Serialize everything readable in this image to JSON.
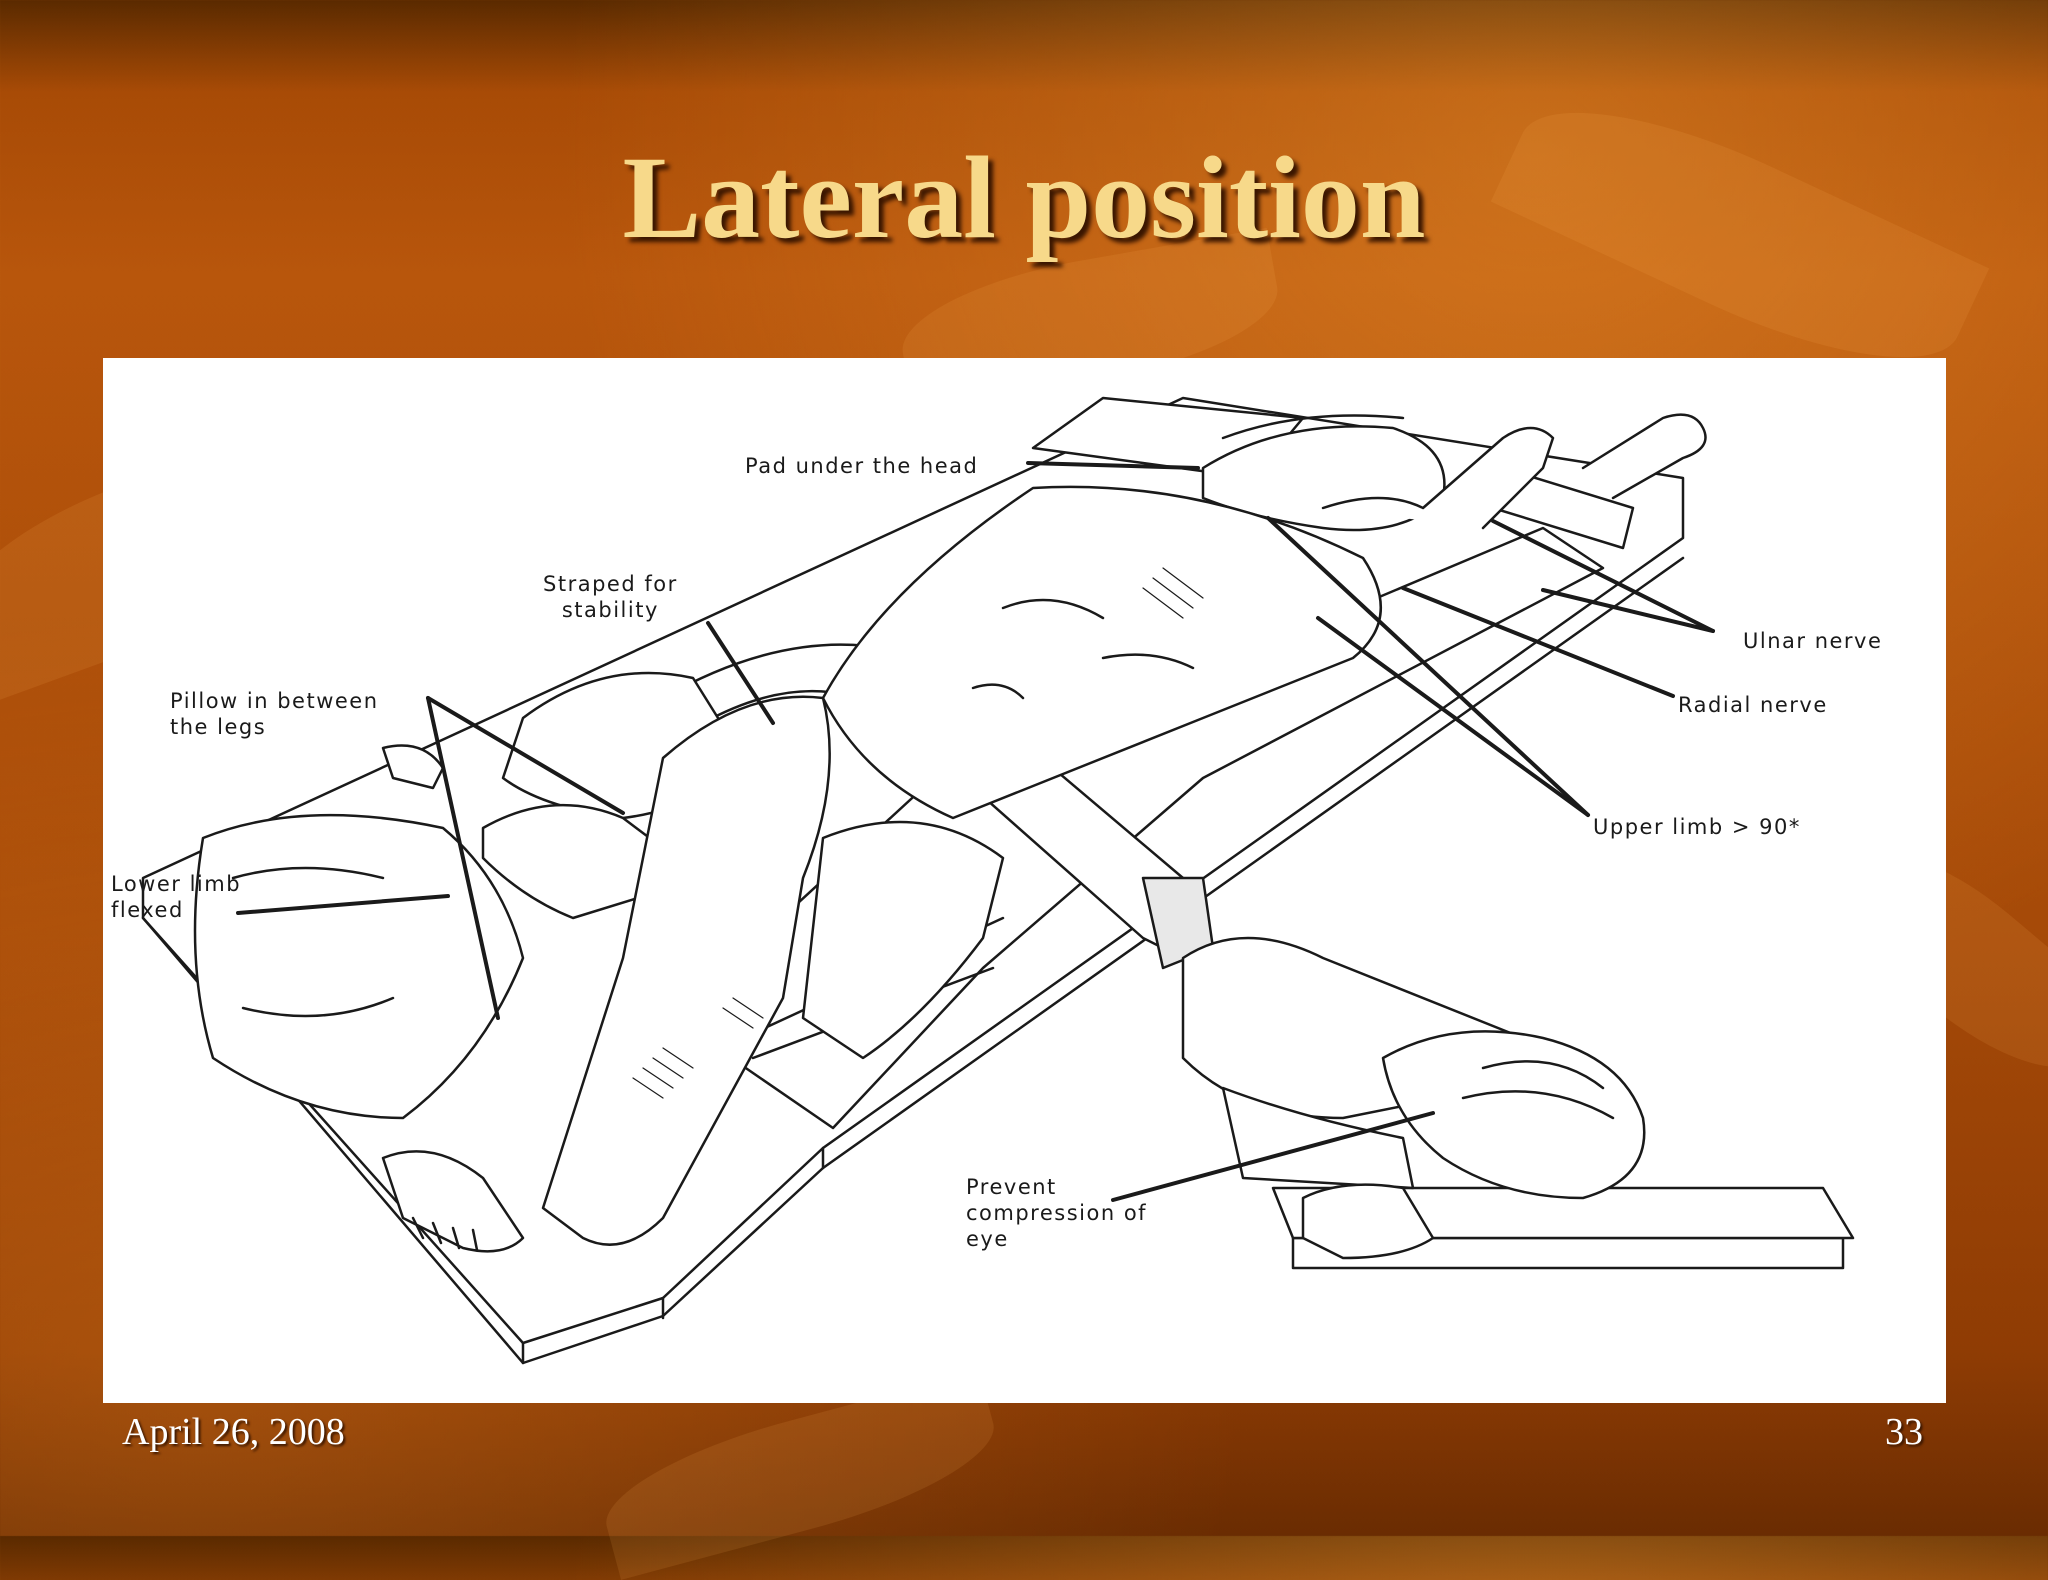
{
  "slide": {
    "title": "Lateral position",
    "date": "April 26, 2008",
    "page_number": "33"
  },
  "figure": {
    "labels": {
      "pad_under_head": "Pad under the head",
      "straped": "Straped for\nstability",
      "pillow_legs": "Pillow in between\nthe legs",
      "lower_limb": "Lower limb\nflexed",
      "ulnar": "Ulnar nerve",
      "radial": "Radial nerve",
      "upper_limb": "Upper limb  >  90*",
      "prevent_eye": "Prevent\ncompression of\neye"
    }
  }
}
